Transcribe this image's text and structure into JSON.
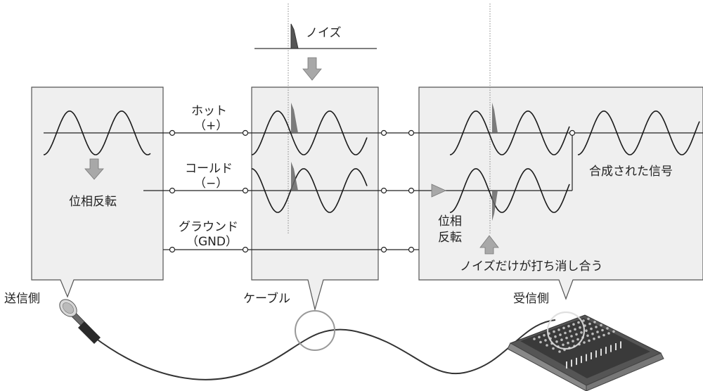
{
  "labels": {
    "noise": "ノイズ",
    "hot": "ホット",
    "hot_sign": "（+）",
    "cold": "コールド",
    "cold_sign": "（−）",
    "ground": "グラウンド",
    "ground_sign": "（GND）",
    "phase_invert_left": "位相反転",
    "phase_invert_right_1": "位相",
    "phase_invert_right_2": "反転",
    "combined_signal": "合成された信号",
    "noise_cancel": "ノイズだけが打ち消し合う",
    "sender": "送信側",
    "cable": "ケーブル",
    "receiver": "受信側"
  },
  "icons": {
    "microphone": "microphone-icon",
    "mixer": "mixing-console-icon"
  },
  "colors": {
    "panel_fill": "#efefef",
    "panel_stroke": "#555555",
    "arrow_fill": "#a8a8a8",
    "wave_stroke": "#1a1a1a",
    "noise_fill": "#666666"
  }
}
